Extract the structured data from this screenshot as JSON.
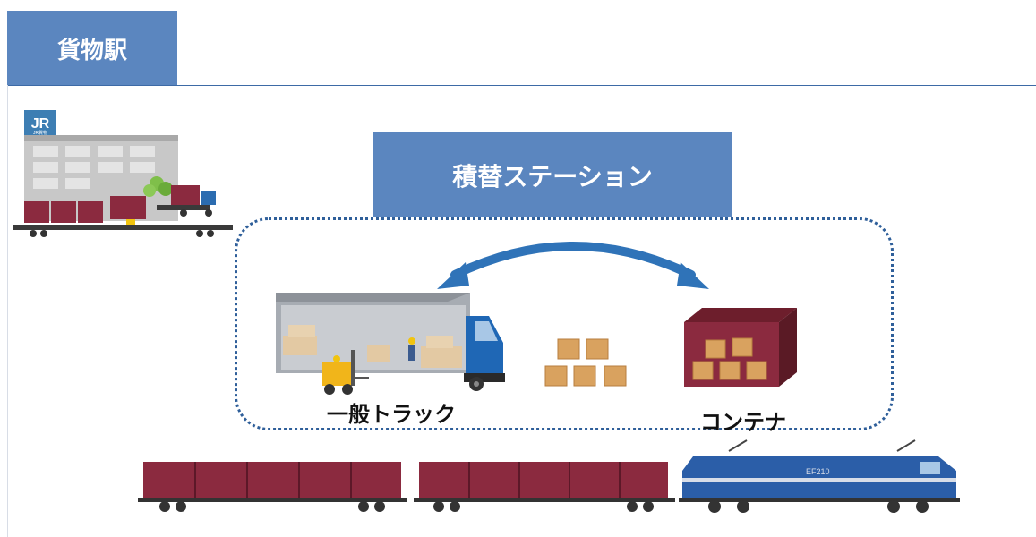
{
  "header": {
    "title": "貨物駅"
  },
  "station": {
    "label": "積替ステーション"
  },
  "labels": {
    "truck": "一般トラック",
    "container": "コンテナ"
  },
  "logo": {
    "text": "JR",
    "subtext": "JR貨物"
  },
  "loco": {
    "plate": "EF210"
  },
  "colors": {
    "accent": "#5b86bf",
    "container": "#8b2a3f",
    "arrow": "#2f73b8",
    "box": "#d9a25f"
  }
}
